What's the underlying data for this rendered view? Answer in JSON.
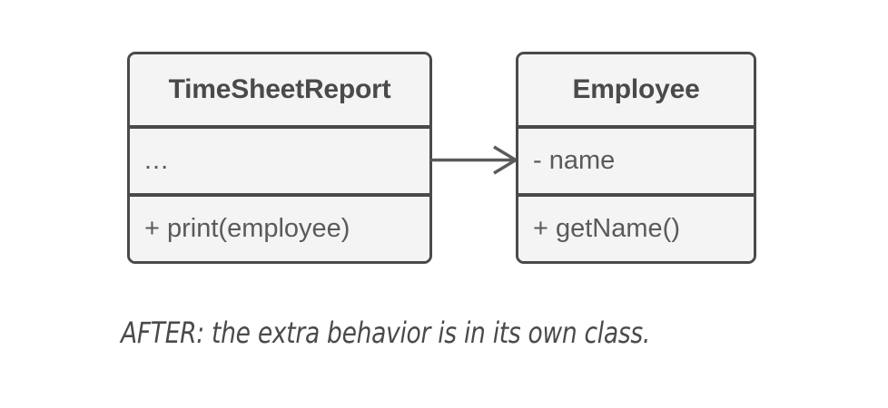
{
  "diagram": {
    "type": "uml-class-diagram",
    "caption": "AFTER: the extra behavior is in its own class.",
    "colors": {
      "page_background": "#ffffff",
      "box_fill": "#f4f4f4",
      "border": "#4a4a4a",
      "title_text": "#4a4a4a",
      "member_text": "#5a5a5a",
      "connector": "#5a5a5a"
    },
    "classes": [
      {
        "id": "timesheetreport",
        "name": "TimeSheetReport",
        "attributes": [
          "..."
        ],
        "methods": [
          "+ print(employee)"
        ]
      },
      {
        "id": "employee",
        "name": "Employee",
        "attributes": [
          "- name"
        ],
        "methods": [
          "+ getName()"
        ]
      }
    ],
    "connector": {
      "name": "association-arrow",
      "kind": "open-arrow",
      "direction": "right",
      "from": "timesheetreport",
      "to": "employee",
      "label": ""
    }
  }
}
